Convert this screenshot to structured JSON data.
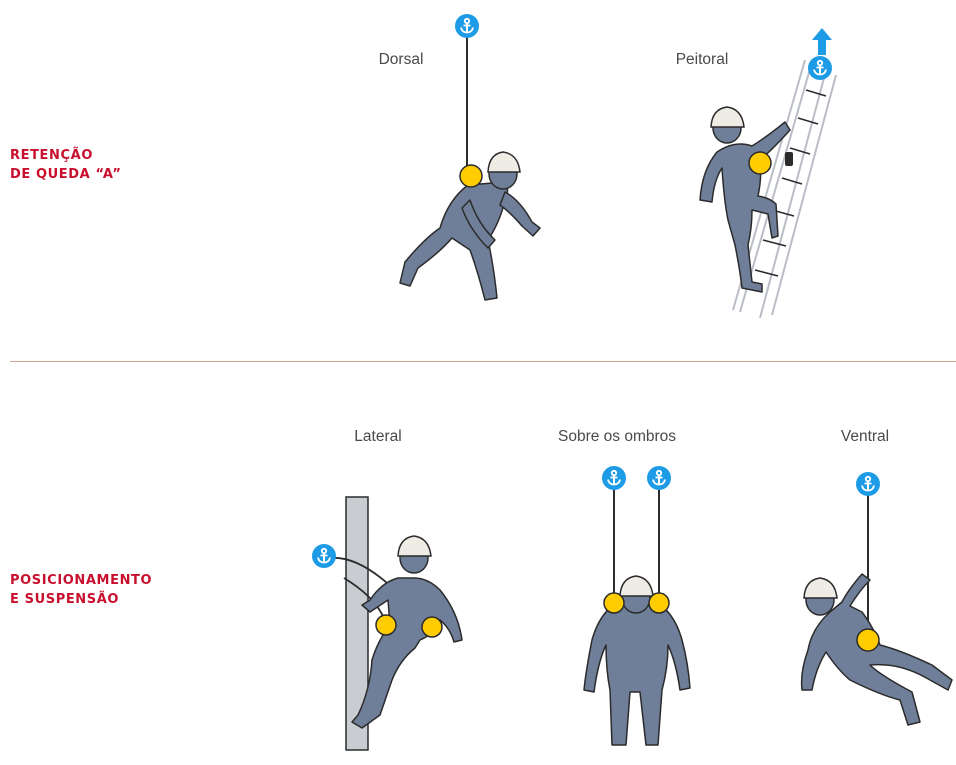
{
  "colors": {
    "section_title": "#c8102e",
    "divider": "#d3a690",
    "body": "#6f7f99",
    "outline": "#2b2b2b",
    "helmet": "#eeece4",
    "attachment_point": "#ffcc00",
    "anchor": "#1e9be6",
    "pole": "#c9ccd0",
    "ladder": "#b9bec6"
  },
  "sections": [
    {
      "title_lines": [
        "RETENÇÃO",
        "DE QUEDA “A”"
      ],
      "figures": [
        {
          "label": "Dorsal",
          "icon": "anchor-icon"
        },
        {
          "label": "Peitoral",
          "icon": "anchor-icon"
        }
      ]
    },
    {
      "title_lines": [
        "POSICIONAMENTO",
        "E SUSPENSÃO"
      ],
      "figures": [
        {
          "label": "Lateral",
          "icon": "anchor-icon"
        },
        {
          "label": "Sobre os ombros",
          "icon": "anchor-icon"
        },
        {
          "label": "Ventral",
          "icon": "anchor-icon"
        }
      ]
    }
  ]
}
